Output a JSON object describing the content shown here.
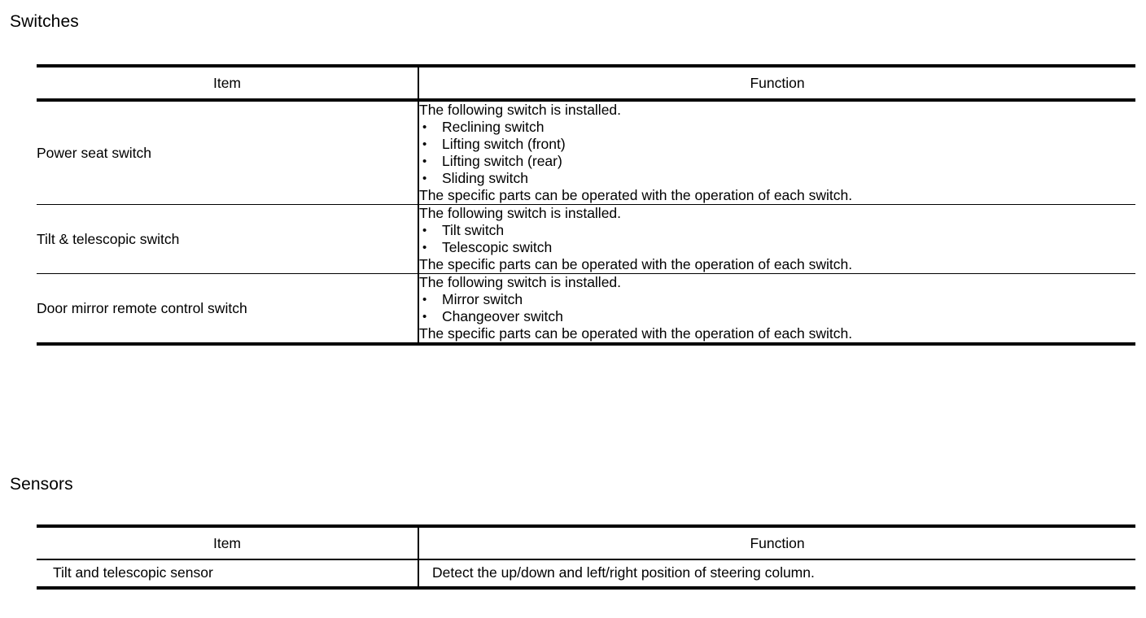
{
  "document": {
    "sections": [
      {
        "heading": "Switches",
        "table": {
          "columns": [
            "Item",
            "Function"
          ],
          "rows": [
            {
              "item": "Power seat switch",
              "lead": "The following switch is installed.",
              "bullets": [
                "Reclining switch",
                "Lifting switch (front)",
                "Lifting switch (rear)",
                "Sliding switch"
              ],
              "tail": "The specific parts can be operated with the operation of each switch."
            },
            {
              "item": "Tilt & telescopic switch",
              "lead": "The following switch is installed.",
              "bullets": [
                "Tilt switch",
                "Telescopic switch"
              ],
              "tail": "The specific parts can be operated with the operation of each switch."
            },
            {
              "item": "Door mirror remote control switch",
              "lead": "The following switch is installed.",
              "bullets": [
                "Mirror switch",
                "Changeover switch"
              ],
              "tail": "The specific parts can be operated with the operation of each switch."
            }
          ]
        }
      },
      {
        "heading": "Sensors",
        "table": {
          "columns": [
            "Item",
            "Function"
          ],
          "rows": [
            {
              "item": "Tilt and telescopic sensor",
              "text": "Detect the up/down and left/right position of steering column."
            }
          ]
        }
      }
    ],
    "bullet_glyph": "•",
    "colors": {
      "text": "#000000",
      "rule": "#000000",
      "background": "#ffffff"
    }
  }
}
